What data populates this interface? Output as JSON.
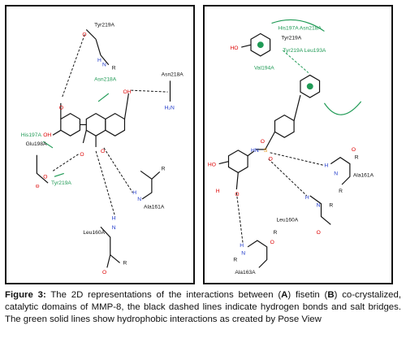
{
  "panel_a": {
    "residues": {
      "tyr219": "Tyr219A",
      "asn218": "Asn218A",
      "his197": "His197A",
      "glu198": "Glu198A",
      "tyr219b": "Tyr219A",
      "ala161": "Ala161A",
      "leu160": "Leu160A"
    },
    "atoms": {
      "oh": "O",
      "h": "H",
      "r": "R",
      "n": "N",
      "nh2": "H₂N",
      "o_minus": "⊖",
      "oh_label": "OH"
    }
  },
  "panel_b": {
    "residues": {
      "his_asn": "His197A Asn218A",
      "tyr219": "Tyr219A",
      "tyr_leu": "Tyr219A Leu193A",
      "val194": "Val194A",
      "ala161": "Ala161A",
      "leu160": "Leu160A",
      "ala163": "Ala163A"
    },
    "atoms": {
      "ho": "HO",
      "hn": "HN",
      "s": "S",
      "o": "O",
      "h": "H",
      "r": "R",
      "n": "N"
    }
  },
  "caption": {
    "figure_label": "Figure 3:",
    "part1": " The 2D representations of the interactions between (",
    "a": "A",
    "part2": ") fisetin (",
    "b": "B",
    "part3": ") co-crystalized, catalytic domains of MMP-8, the black dashed lines indicate hydrogen bonds and salt bridges. The green solid lines show hydrophobic interactions as created by Pose View"
  },
  "colors": {
    "green": "#1f9a55",
    "red": "#dd0000",
    "blue": "#1b35c8",
    "orange": "#e08a00"
  }
}
